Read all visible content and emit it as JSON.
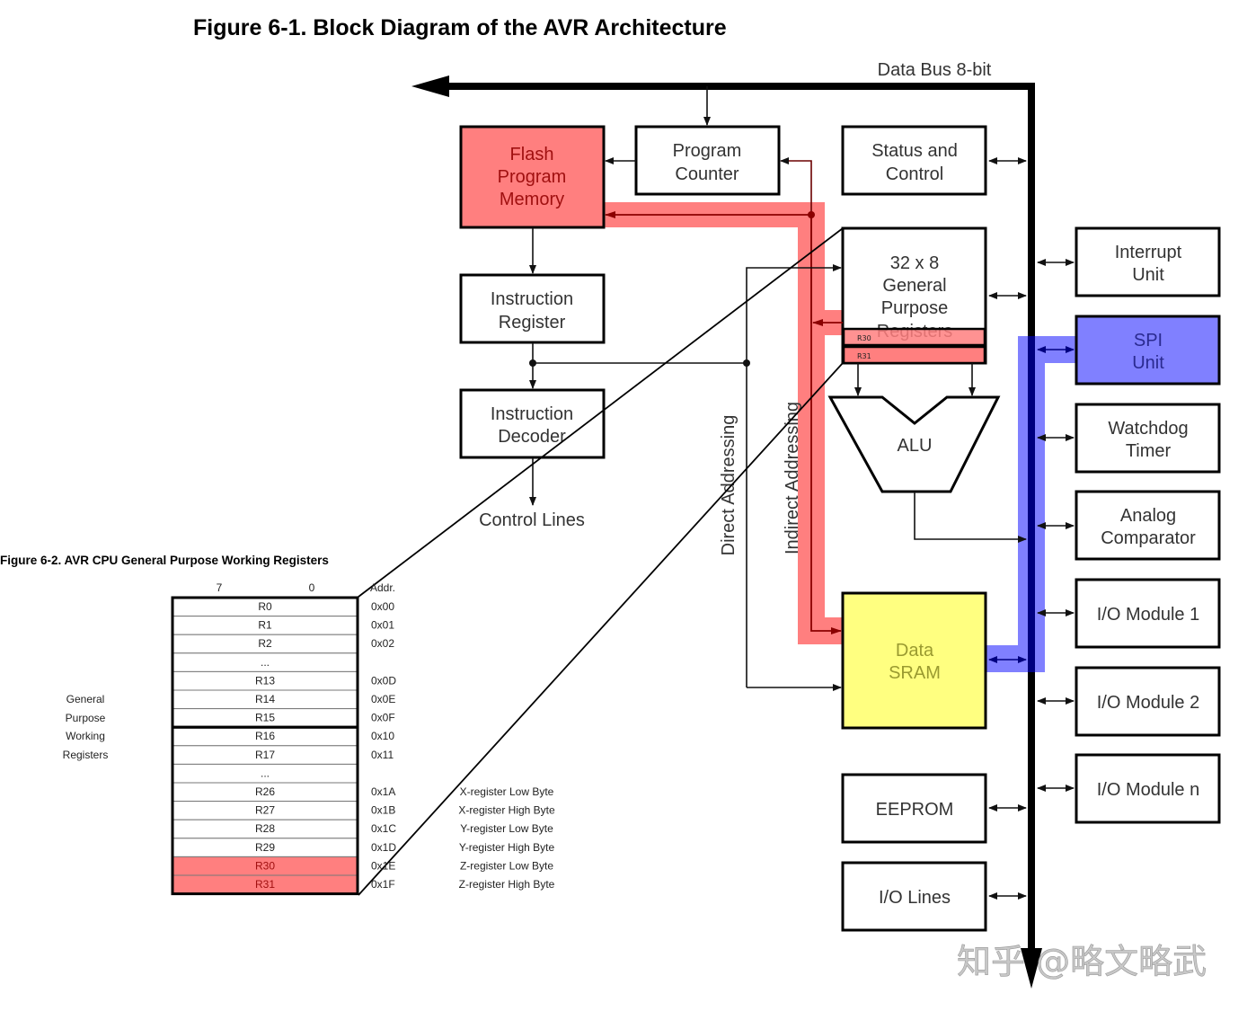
{
  "figure1": {
    "title": "Figure 6-1.   Block Diagram of the AVR Architecture",
    "data_bus_label": "Data Bus 8-bit",
    "blocks": {
      "flash": [
        "Flash",
        "Program",
        "Memory"
      ],
      "program_counter": [
        "Program",
        "Counter"
      ],
      "status_control": [
        "Status and",
        "Control"
      ],
      "instruction_register": [
        "Instruction",
        "Register"
      ],
      "gp_registers": [
        "32 x 8",
        "General",
        "Purpose",
        "Registers"
      ],
      "gp_r30": "R30",
      "gp_r31": "R31",
      "instruction_decoder": [
        "Instruction",
        "Decoder"
      ],
      "alu": "ALU",
      "data_sram": [
        "Data",
        "SRAM"
      ],
      "eeprom": "EEPROM",
      "io_lines": "I/O Lines",
      "interrupt_unit": [
        "Interrupt",
        "Unit"
      ],
      "spi_unit": [
        "SPI",
        "Unit"
      ],
      "watchdog_timer": [
        "Watchdog",
        "Timer"
      ],
      "analog_comparator": [
        "Analog",
        "Comparator"
      ],
      "io_module_1": "I/O Module 1",
      "io_module_2": "I/O Module 2",
      "io_module_n": "I/O Module n"
    },
    "control_lines_label": "Control Lines",
    "direct_addressing_label": "Direct Addressing",
    "indirect_addressing_label": "Indirect Addressing"
  },
  "figure2": {
    "title": "Figure 6-2.   AVR CPU General Purpose Working Registers",
    "bit_high": "7",
    "bit_low": "0",
    "addr_header": "Addr.",
    "side_label": [
      "General",
      "Purpose",
      "Working",
      "Registers"
    ],
    "rows": [
      {
        "name": "R0",
        "addr": "0x00",
        "note": ""
      },
      {
        "name": "R1",
        "addr": "0x01",
        "note": ""
      },
      {
        "name": "R2",
        "addr": "0x02",
        "note": ""
      },
      {
        "name": "...",
        "addr": "",
        "note": ""
      },
      {
        "name": "R13",
        "addr": "0x0D",
        "note": ""
      },
      {
        "name": "R14",
        "addr": "0x0E",
        "note": ""
      },
      {
        "name": "R15",
        "addr": "0x0F",
        "note": ""
      },
      {
        "name": "R16",
        "addr": "0x10",
        "note": ""
      },
      {
        "name": "R17",
        "addr": "0x11",
        "note": ""
      },
      {
        "name": "...",
        "addr": "",
        "note": ""
      },
      {
        "name": "R26",
        "addr": "0x1A",
        "note": "X-register Low Byte"
      },
      {
        "name": "R27",
        "addr": "0x1B",
        "note": "X-register High Byte"
      },
      {
        "name": "R28",
        "addr": "0x1C",
        "note": "Y-register Low Byte"
      },
      {
        "name": "R29",
        "addr": "0x1D",
        "note": "Y-register High Byte"
      },
      {
        "name": "R30",
        "addr": "0x1E",
        "note": "Z-register Low Byte",
        "highlight": true
      },
      {
        "name": "R31",
        "addr": "0x1F",
        "note": "Z-register High Byte",
        "highlight": true
      }
    ]
  },
  "colors": {
    "highlight_red": "#ff7f7f",
    "highlight_red_text": "#a01010",
    "highlight_blue": "#8080ff",
    "highlight_blue_dark": "#000080",
    "sram_yellow": "#ffff80",
    "sram_text": "#9a9a30"
  },
  "watermark": "知乎 @略文略武"
}
